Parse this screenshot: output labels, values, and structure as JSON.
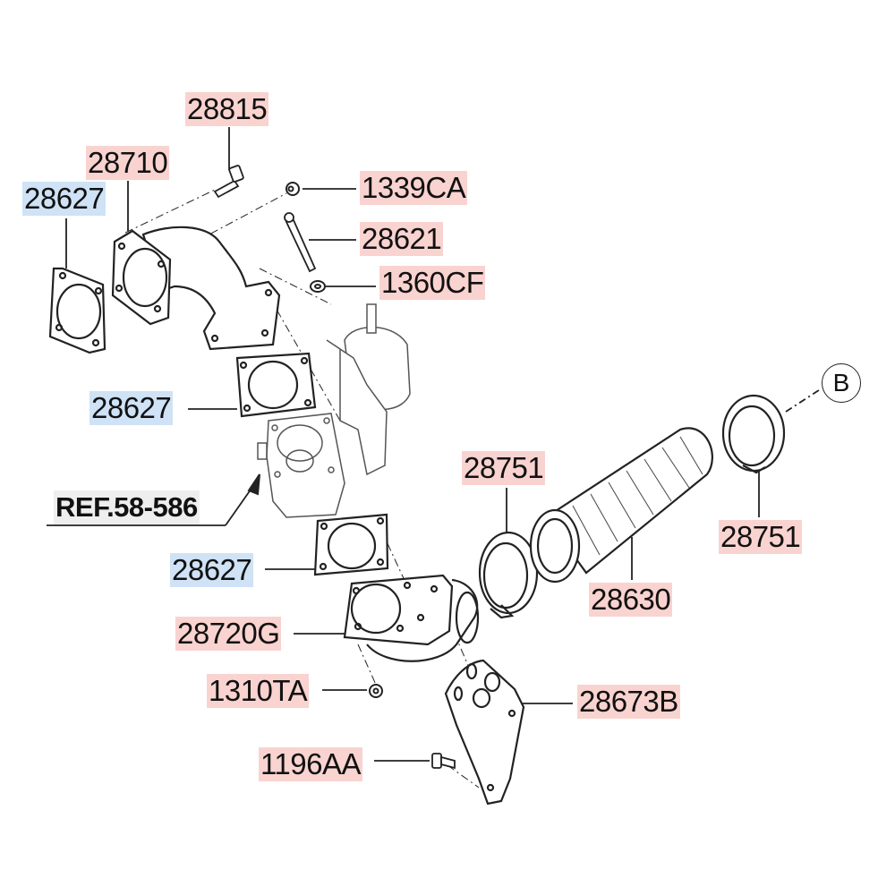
{
  "labels": {
    "bolt_28815": "28815",
    "elbow_28710": "28710",
    "gasket_top": "28627",
    "nut_1339CA": "1339CA",
    "stud_28621": "28621",
    "washer_1360CF": "1360CF",
    "gasket_mid": "28627",
    "ref": "REF.58-586",
    "gasket_low": "28627",
    "clamp_left": "28751",
    "clamp_right": "28751",
    "hose_28630": "28630",
    "flange_28720G": "28720G",
    "nut_1310TA": "1310TA",
    "bracket_28673B": "28673B",
    "bolt_1196AA": "1196AA",
    "connector_B": "B"
  },
  "colors": {
    "part_label_bg": "#f9d3d0",
    "common_part_bg": "#cfe2f6",
    "ref_bg": "#eeeeee"
  }
}
